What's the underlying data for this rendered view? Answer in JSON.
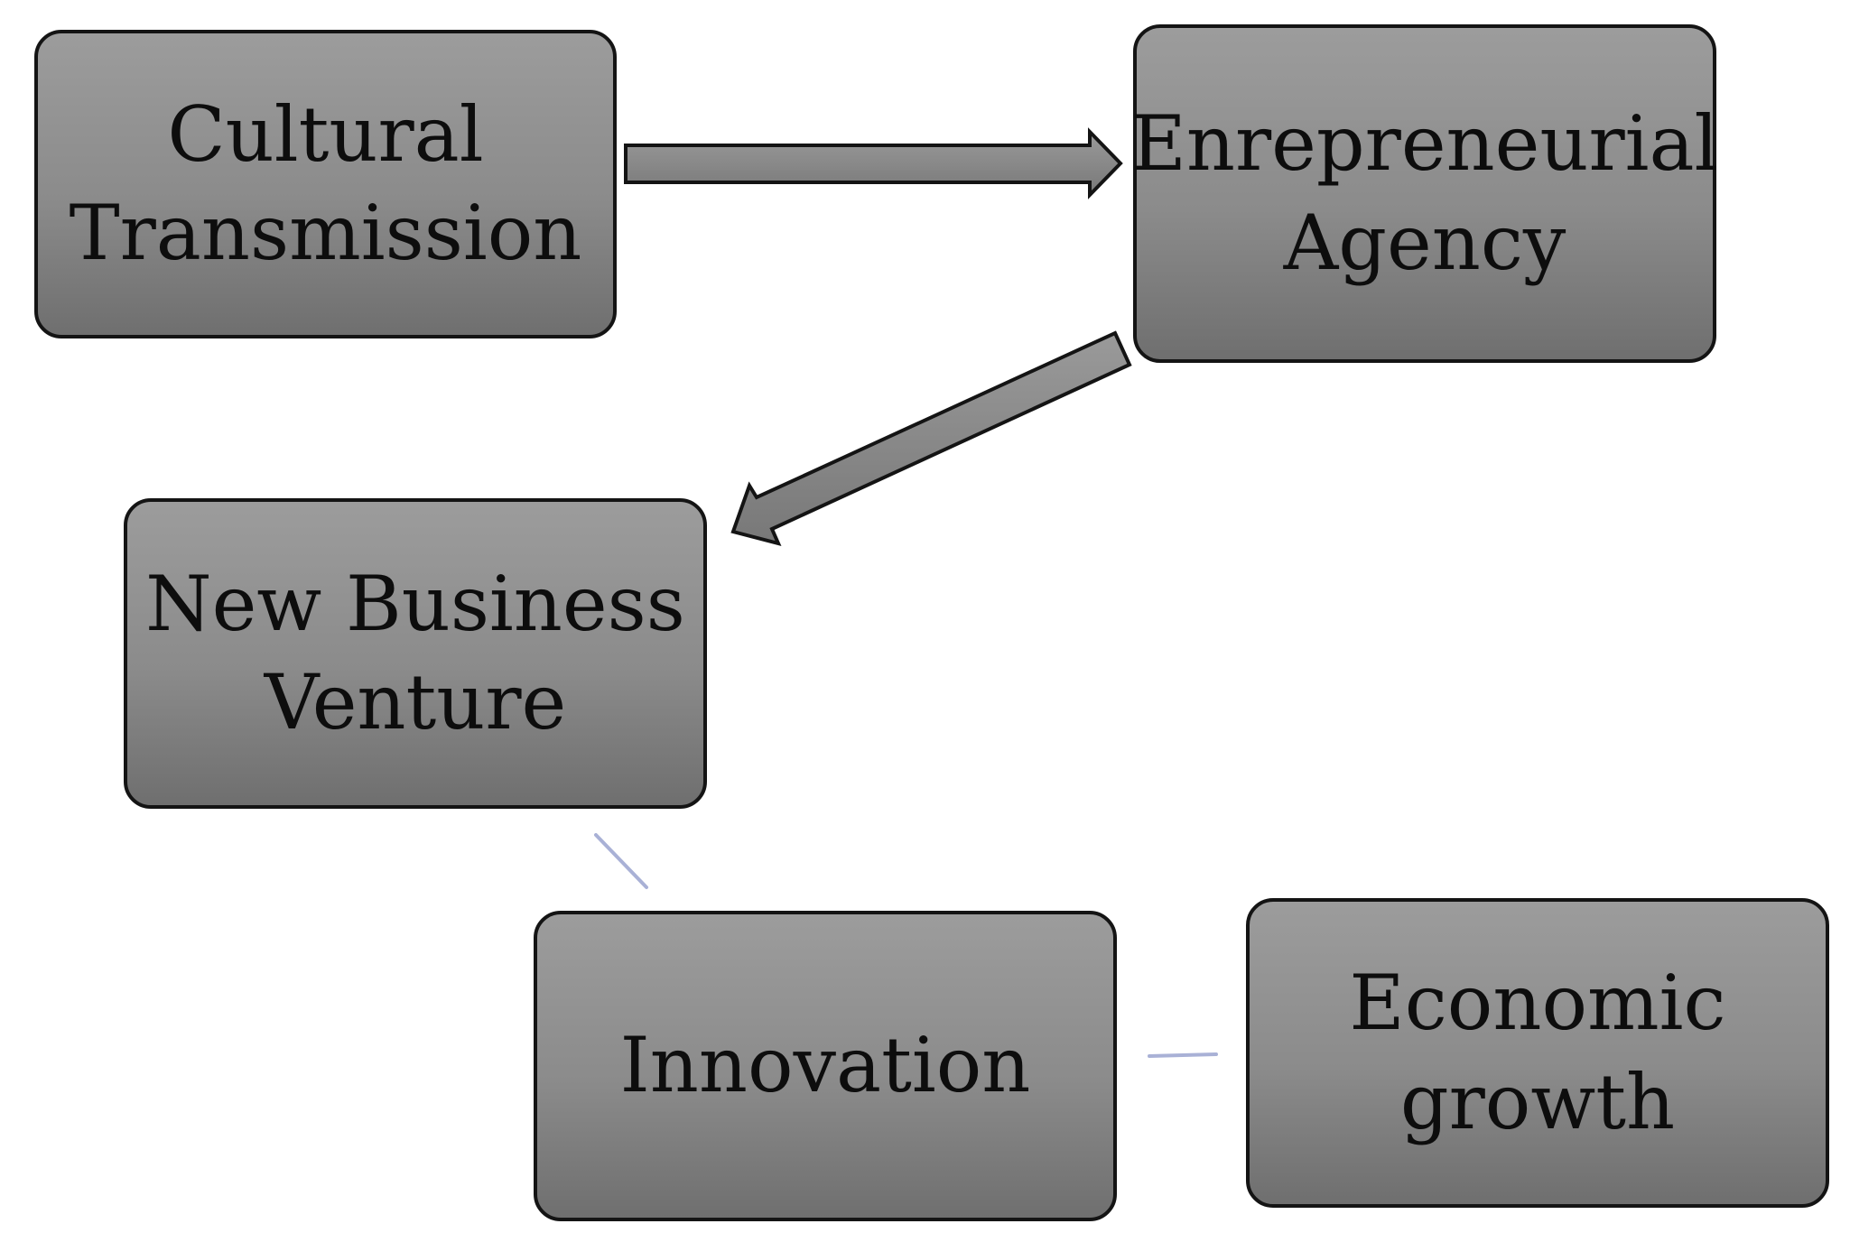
{
  "diagram": {
    "nodes": {
      "cultural_transmission": "Cultural\nTransmission",
      "entrepreneurial_agency": "Enrepreneurial\nAgency",
      "new_business_venture": "New Business\nVenture",
      "innovation": "Innovation",
      "economic_growth": "Economic\ngrowth"
    },
    "connections": [
      {
        "from": "Cultural Transmission",
        "to": "Enrepreneurial Agency",
        "style": "block-arrow"
      },
      {
        "from": "Enrepreneurial Agency",
        "to": "New Business Venture",
        "style": "block-arrow"
      },
      {
        "from": "New Business Venture",
        "to": "Innovation",
        "style": "thin-line"
      },
      {
        "from": "Innovation",
        "to": "Economic growth",
        "style": "thin-line"
      }
    ],
    "colors": {
      "box_top": "#9c9c9c",
      "box_bottom": "#6f6f6f",
      "box_border": "#141414",
      "arrow_fill": "#8c8c8c",
      "connector_line": "#a9b1d6"
    }
  }
}
